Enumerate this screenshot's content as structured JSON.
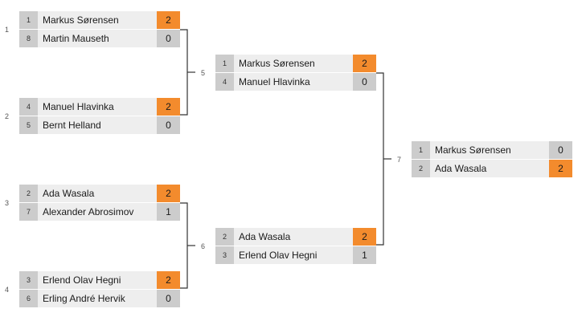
{
  "colors": {
    "winner_score": "#f38b2d",
    "seed_bg": "#cccccc",
    "name_bg": "#eeeeee",
    "connector": "#333333"
  },
  "rounds": [
    {
      "matches": [
        {
          "label": "1",
          "teams": [
            {
              "seed": "1",
              "name": "Markus Sørensen",
              "score": "2",
              "winner": true
            },
            {
              "seed": "8",
              "name": "Martin Mauseth",
              "score": "0",
              "winner": false
            }
          ]
        },
        {
          "label": "2",
          "teams": [
            {
              "seed": "4",
              "name": "Manuel Hlavinka",
              "score": "2",
              "winner": true
            },
            {
              "seed": "5",
              "name": "Bernt Helland",
              "score": "0",
              "winner": false
            }
          ]
        },
        {
          "label": "3",
          "teams": [
            {
              "seed": "2",
              "name": "Ada Wasala",
              "score": "2",
              "winner": true
            },
            {
              "seed": "7",
              "name": "Alexander Abrosimov",
              "score": "1",
              "winner": false
            }
          ]
        },
        {
          "label": "4",
          "teams": [
            {
              "seed": "3",
              "name": "Erlend Olav Hegni",
              "score": "2",
              "winner": true
            },
            {
              "seed": "6",
              "name": "Erling André Hervik",
              "score": "0",
              "winner": false
            }
          ]
        }
      ]
    },
    {
      "matches": [
        {
          "label": "5",
          "teams": [
            {
              "seed": "1",
              "name": "Markus Sørensen",
              "score": "2",
              "winner": true
            },
            {
              "seed": "4",
              "name": "Manuel Hlavinka",
              "score": "0",
              "winner": false
            }
          ]
        },
        {
          "label": "6",
          "teams": [
            {
              "seed": "2",
              "name": "Ada Wasala",
              "score": "2",
              "winner": true
            },
            {
              "seed": "3",
              "name": "Erlend Olav Hegni",
              "score": "1",
              "winner": false
            }
          ]
        }
      ]
    },
    {
      "matches": [
        {
          "label": "7",
          "teams": [
            {
              "seed": "1",
              "name": "Markus Sørensen",
              "score": "0",
              "winner": false
            },
            {
              "seed": "2",
              "name": "Ada Wasala",
              "score": "2",
              "winner": true
            }
          ]
        }
      ]
    }
  ]
}
